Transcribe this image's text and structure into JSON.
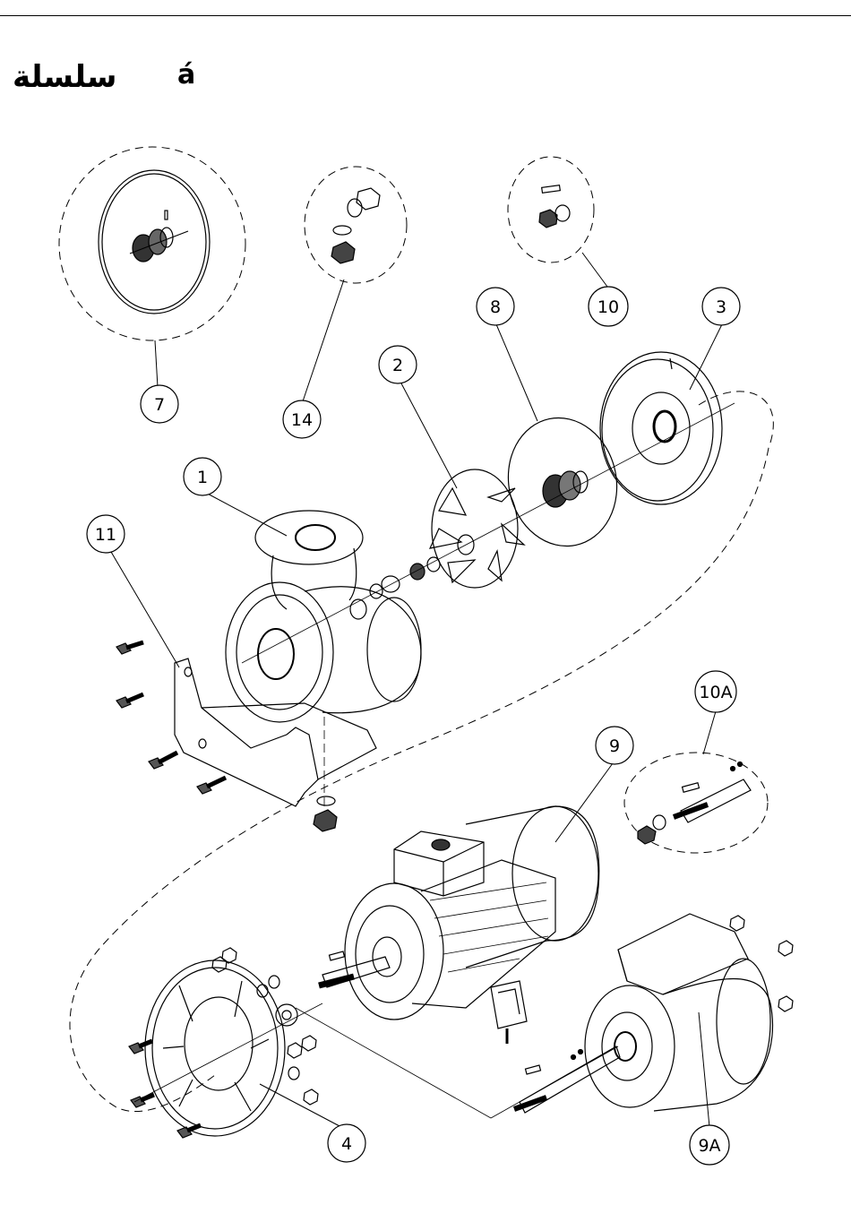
{
  "header": {
    "title": "سلسلة",
    "mark": "á"
  },
  "callouts": [
    "1",
    "2",
    "3",
    "4",
    "7",
    "8",
    "9",
    "9A",
    "10",
    "10A",
    "11",
    "14"
  ],
  "colors": {
    "ink": "#000000",
    "paper": "#ffffff"
  }
}
